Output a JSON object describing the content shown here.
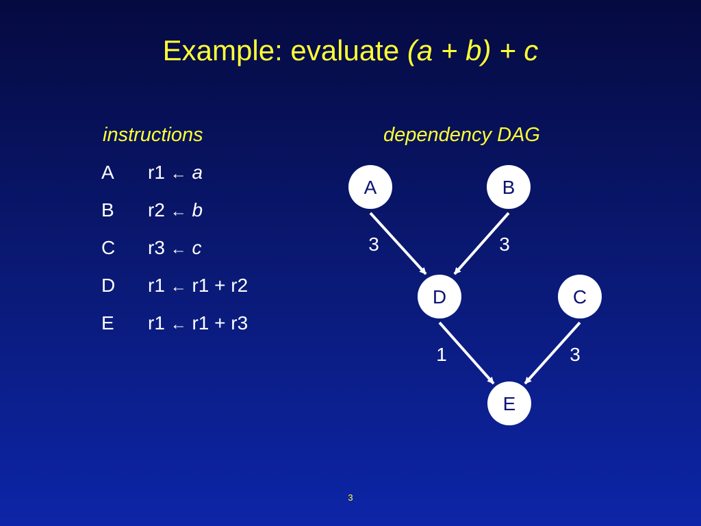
{
  "slide": {
    "title_prefix": "Example: evaluate ",
    "title_expr": "(a + b) + c",
    "page_number": "3"
  },
  "instructions": {
    "heading": "instructions",
    "rows": [
      {
        "label": "A",
        "dest": "r1",
        "arrow": "←",
        "src": "a",
        "src_style": "italic"
      },
      {
        "label": "B",
        "dest": "r2",
        "arrow": "←",
        "src": "b",
        "src_style": "italic"
      },
      {
        "label": "C",
        "dest": "r3",
        "arrow": "←",
        "src": "c",
        "src_style": "italic"
      },
      {
        "label": "D",
        "dest": "r1",
        "arrow": "←",
        "src": "r1 + r2",
        "src_style": "normal"
      },
      {
        "label": "E",
        "dest": "r1",
        "arrow": "←",
        "src": "r1 + r3",
        "src_style": "normal"
      }
    ]
  },
  "dag": {
    "heading": "dependency DAG",
    "nodes": [
      "A",
      "B",
      "D",
      "C",
      "E"
    ],
    "edges": [
      {
        "from": "A",
        "to": "D",
        "weight": "3"
      },
      {
        "from": "B",
        "to": "D",
        "weight": "3"
      },
      {
        "from": "D",
        "to": "E",
        "weight": "1"
      },
      {
        "from": "C",
        "to": "E",
        "weight": "3"
      }
    ],
    "colors": {
      "node_fill": "#ffffff",
      "node_text": "#0a1470",
      "edge": "#ffffff"
    }
  }
}
